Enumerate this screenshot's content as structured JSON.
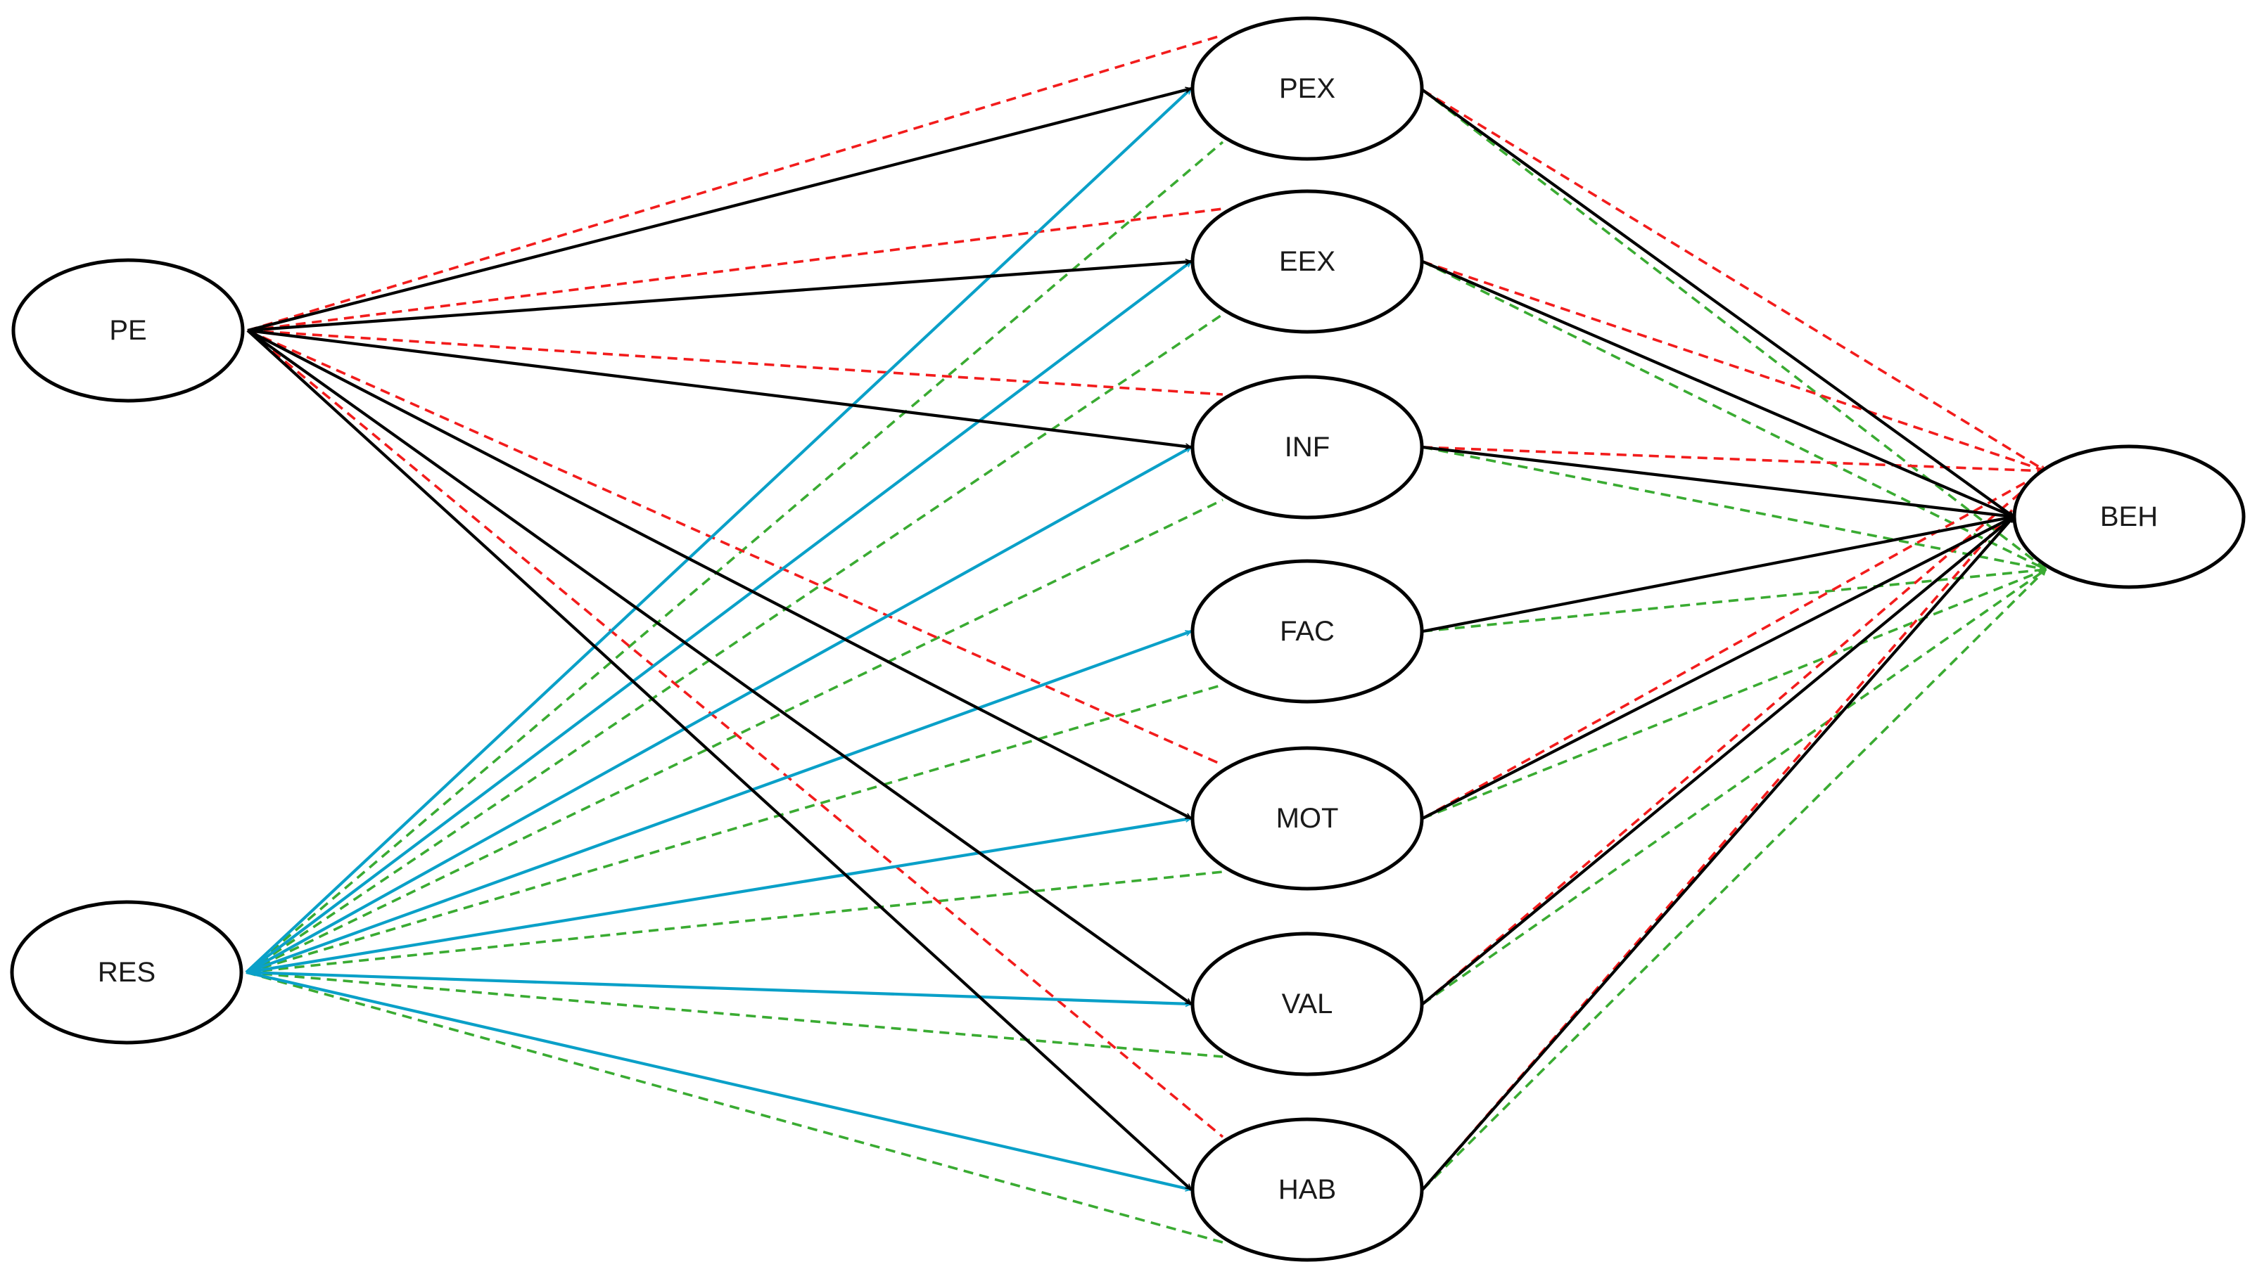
{
  "colors": {
    "pe_direct": "#000000",
    "res_direct": "#0aa0c8",
    "pe_indirect": "#f21c1c",
    "res_indirect": "#3aab32",
    "mediator_solid": "#000000"
  },
  "nodes": {
    "pe": "PE",
    "res": "RES",
    "pex": "PEX",
    "eex": "EEX",
    "inf": "INF",
    "fac": "FAC",
    "mot": "MOT",
    "val": "VAL",
    "hab": "HAB",
    "beh": "BEH"
  },
  "edges": {
    "pe_solid_targets": [
      "pex",
      "eex",
      "inf",
      "mot",
      "val",
      "hab"
    ],
    "res_solid_targets": [
      "pex",
      "eex",
      "inf",
      "fac",
      "mot",
      "val",
      "hab"
    ],
    "pe_dashed_targets": [
      "pex",
      "eex",
      "inf",
      "mot",
      "hab"
    ],
    "res_dashed_targets": [
      "pex",
      "eex",
      "inf",
      "fac",
      "mot",
      "val",
      "hab"
    ],
    "mediator_solid_sources": [
      "pex",
      "eex",
      "inf",
      "fac",
      "mot",
      "val",
      "hab"
    ],
    "mediator_red_dashed_sources": [
      "pex",
      "eex",
      "inf",
      "mot",
      "val",
      "hab"
    ],
    "mediator_green_dashed_sources": [
      "pex",
      "eex",
      "inf",
      "fac",
      "mot",
      "val",
      "hab"
    ]
  }
}
